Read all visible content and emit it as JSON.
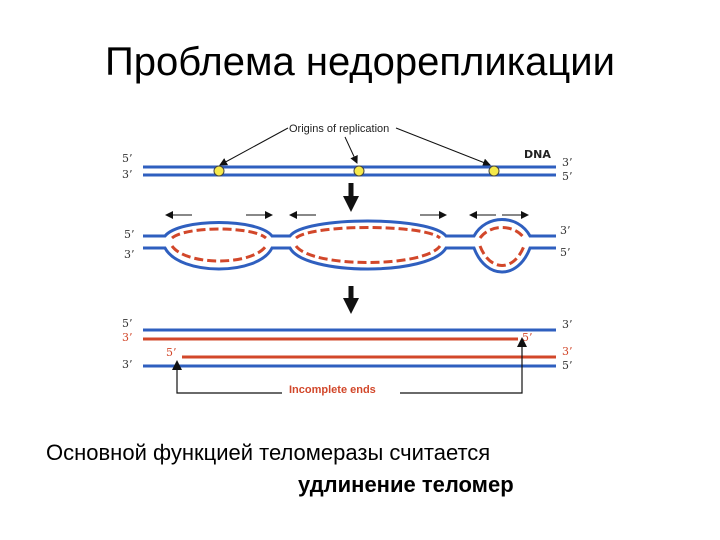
{
  "title": "Проблема недорепликации",
  "diagram": {
    "origins_label": "Origins of replication",
    "dna_label": "DNA",
    "incomplete_label": "Incomplete ends",
    "row1": {
      "left_top": "5’",
      "left_bottom": "3’",
      "right_top": "3’",
      "right_bottom": "5’"
    },
    "row2": {
      "left_top": "5’",
      "left_bottom": "3’",
      "right_top": "3’",
      "right_bottom": "5’"
    },
    "row3": {
      "left_a": "5’",
      "left_b": "3’",
      "left_c": "3’",
      "inner_right": "5’",
      "inner_left": "5’",
      "right_a": "3’",
      "right_b": "3’",
      "right_c": "5’"
    },
    "colors": {
      "strand": "#2f5fbf",
      "new_strand": "#d2472a",
      "origin": "#f5e94a",
      "arrow": "#111111"
    }
  },
  "caption": {
    "line1": "Основной функцией теломеразы считается",
    "line2": "удлинение теломер"
  }
}
